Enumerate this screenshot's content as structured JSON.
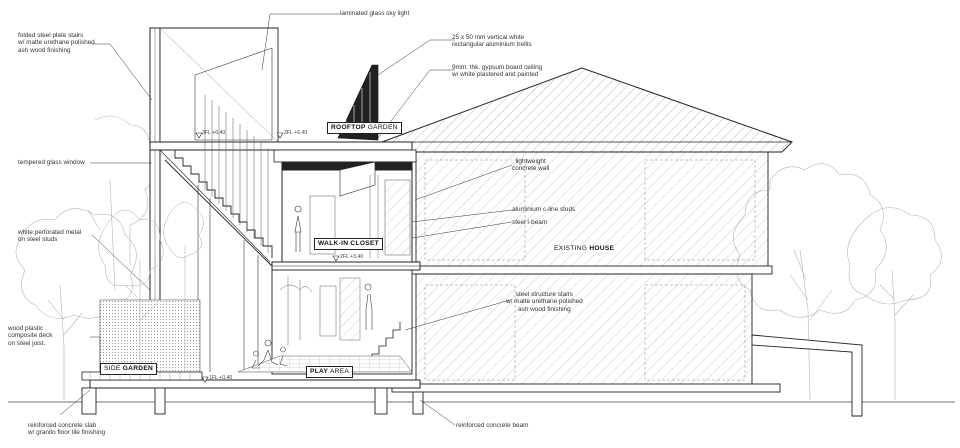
{
  "annotations": {
    "skylight": "laminated glass sky light",
    "trellis": [
      "25 x 50 mm vertical white",
      "rectangular aluminium trellis"
    ],
    "ceiling": [
      "9mm. thk. gypsum board ceiling",
      "w/ white plastered and painted"
    ],
    "stairs_top": [
      "folded steel plate stairs",
      "w/ matte urethane polished",
      "ash wood finishing"
    ],
    "glass_window": "tempered glass window",
    "perforated_metal": [
      "white perforated metal",
      "on steel studs"
    ],
    "deck": [
      "wood plastic",
      "composite deck",
      "on steel joist."
    ],
    "slab": [
      "reinforced concrete slab",
      "w/ granito floor tile finishing"
    ],
    "concrete_wall": [
      "lightweight",
      "concrete wall"
    ],
    "cline_studs": "aluminium c-line studs",
    "ibeam": "steel I-beam",
    "stairs_lower": [
      "steel structure stairs",
      "w/ matte urethane polished",
      "ash wood finishing"
    ],
    "beam": "reinforced concrete beam"
  },
  "labels": {
    "rooftop": {
      "bold": "ROOFTOP",
      "rest": " GARDEN"
    },
    "closet": {
      "bold": "WALK-IN CLOSET",
      "rest": ""
    },
    "house": {
      "bold": "",
      "rest": "EXISTING ",
      "bold2": "HOUSE"
    },
    "side": {
      "rest": "SIDE ",
      "bold": "GARDEN"
    },
    "play": {
      "bold": "PLAY",
      "rest": " AREA"
    }
  },
  "levels": {
    "l3_left": "3FL +6.40",
    "l3_right": "3FL +6.40",
    "l2": "2FL +3.40",
    "l1": "1FL +0.40"
  },
  "colors": {
    "line": "#222222",
    "hatch": "#9a9a9a",
    "tree": "#b5b5b5",
    "dark": "#111111"
  }
}
